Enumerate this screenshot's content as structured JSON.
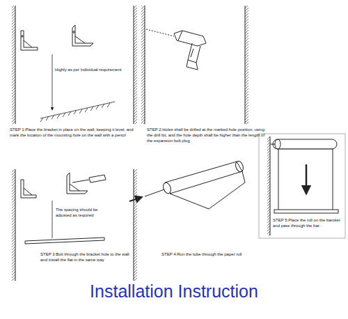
{
  "diagram": {
    "title": "Installation Instruction",
    "labels": [
      "Highly as per individual requirement",
      "STEP 1:Place the bracket in place on the wall, keeping it level, and mark the location of the mounting hole on the wall with a pencil",
      "STEP 2:Holes shall be drilled at the marked hole position, using the drill bit, and the hole depth shall be higher than the length of the expansion bolt plug",
      "The spacing should be adjusted as required",
      "STEP 3:Bolt through the bracket hole to the wall and install the flat in the same way",
      "STEP 4:Run the tube through the paper roll",
      "STEP 5:Place the roll on the barcket and pass through the bar."
    ]
  }
}
